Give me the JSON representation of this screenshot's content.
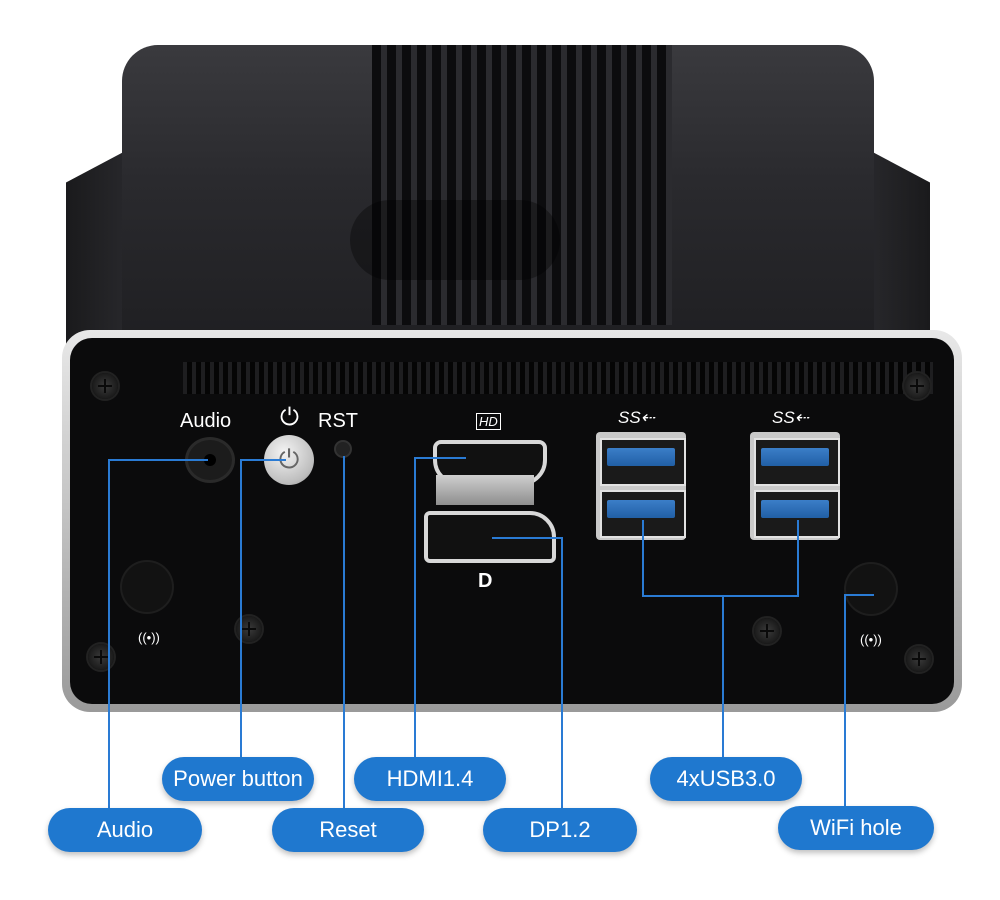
{
  "front_panel": {
    "audio_label": "Audio",
    "power_symbol": "⏻",
    "rst_label": "RST",
    "hd_symbol": "HD",
    "ss_symbol_left": "SS⇠",
    "ss_symbol_right": "SS⇠",
    "dp_symbol": "D",
    "wifi_symbol_left": "((•))",
    "wifi_symbol_right": "((•))"
  },
  "callouts": {
    "audio": "Audio",
    "power_button": "Power button",
    "reset": "Reset",
    "hdmi": "HDMI1.4",
    "dp": "DP1.2",
    "usb": "4xUSB3.0",
    "wifi": "WiFi hole"
  },
  "colors": {
    "callout_pill": "#1f78cf",
    "callout_line": "#2a7bd4",
    "case": "#0b0b0c"
  }
}
